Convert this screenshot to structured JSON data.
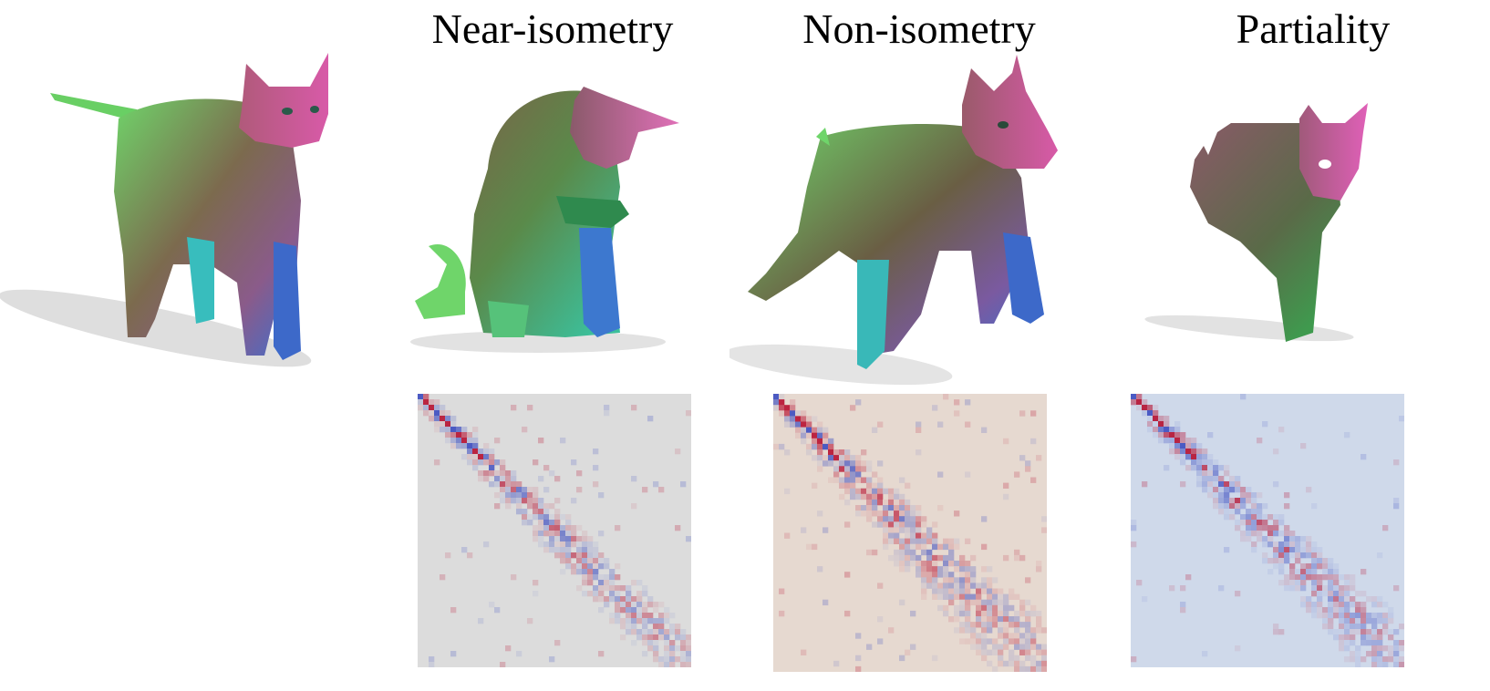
{
  "figure": {
    "columns": [
      {
        "title": ""
      },
      {
        "title": "Near-isometry"
      },
      {
        "title": "Non-isometry"
      },
      {
        "title": "Partiality"
      }
    ],
    "shapes": [
      {
        "name": "reference-cat-mesh",
        "pose": "standing"
      },
      {
        "name": "near-isometry-cat-mesh",
        "pose": "sitting-licking-paw"
      },
      {
        "name": "non-isometry-dog-mesh",
        "pose": "walking"
      },
      {
        "name": "partial-cat-mesh",
        "pose": "partial-front-half"
      }
    ],
    "matrices": [
      {
        "name": "near-isometry-functional-map",
        "size": 50,
        "background": "#dcdcdc",
        "spread": 0.06,
        "noise": 0.5
      },
      {
        "name": "non-isometry-functional-map",
        "size": 50,
        "background": "#e6d9d0",
        "spread": 0.1,
        "noise": 0.7
      },
      {
        "name": "partiality-functional-map",
        "size": 50,
        "background": "#cfd9ea",
        "spread": 0.08,
        "noise": 0.4
      }
    ],
    "colormap": {
      "negative": "#3b4cc0",
      "neutral": "#dddddd",
      "positive": "#b40426"
    }
  }
}
